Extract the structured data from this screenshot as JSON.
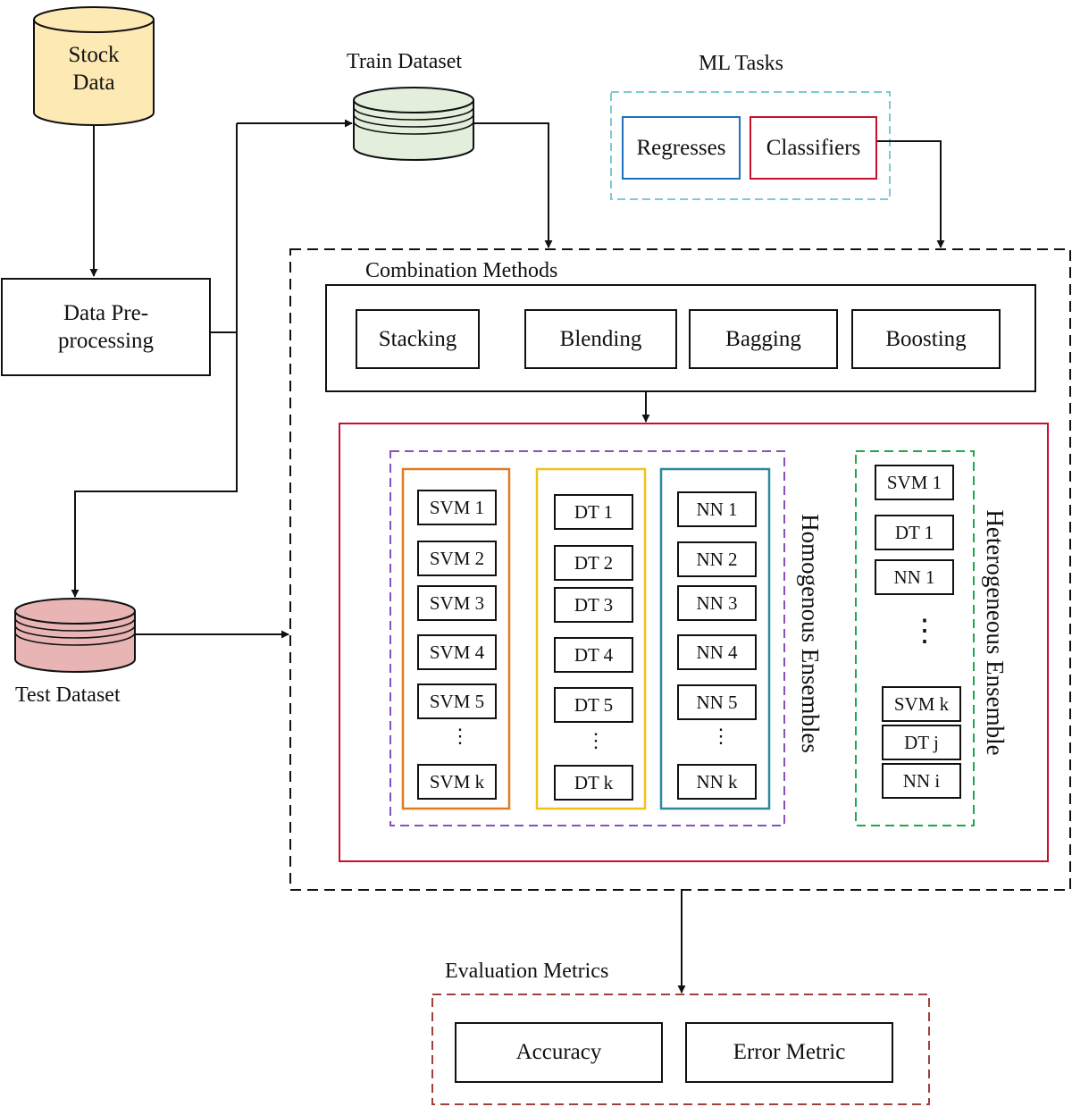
{
  "stock_data": "Stock Data",
  "train_dataset": "Train Dataset",
  "test_dataset": "Test Dataset",
  "preprocessing": "Data Pre-processing",
  "ml_tasks": {
    "title": "ML Tasks",
    "regresses": "Regresses",
    "classifiers": "Classifiers"
  },
  "combination": {
    "title": "Combination Methods",
    "methods": [
      "Stacking",
      "Blending",
      "Bagging",
      "Boosting"
    ]
  },
  "homogeneous": {
    "title": "Homogenous Ensembles",
    "svm": [
      "SVM 1",
      "SVM 2",
      "SVM 3",
      "SVM 4",
      "SVM 5",
      "SVM k"
    ],
    "dt": [
      "DT 1",
      "DT 2",
      "DT 3",
      "DT 4",
      "DT 5",
      "DT k"
    ],
    "nn": [
      "NN 1",
      "NN 2",
      "NN 3",
      "NN 4",
      "NN 5",
      "NN k"
    ],
    "ellipsis": "⋮"
  },
  "heterogeneous": {
    "title": "Heterogeneous Ensemble",
    "top": [
      "SVM 1",
      "DT 1",
      "NN 1"
    ],
    "bottom": [
      "SVM k",
      "DT j",
      "NN i"
    ],
    "ellipsis": "⋮"
  },
  "evaluation": {
    "title": "Evaluation Metrics",
    "accuracy": "Accuracy",
    "error_metric": "Error Metric"
  },
  "colors": {
    "stock_db": "#fde9b3",
    "train_db": "#e3eedc",
    "test_db": "#e8b4b4",
    "ml_tasks_border": "#7fc8d6",
    "regresses_border": "#1f6fba",
    "classifiers_border": "#c8102e",
    "ensemble_border": "#c8102e",
    "homogeneous_border": "#8a4fbf",
    "svm_column": "#e07b1f",
    "dt_column": "#f2c21b",
    "nn_column": "#2b8a9c",
    "heterogeneous_border": "#1ea84a",
    "evaluation_border": "#a0403a"
  }
}
